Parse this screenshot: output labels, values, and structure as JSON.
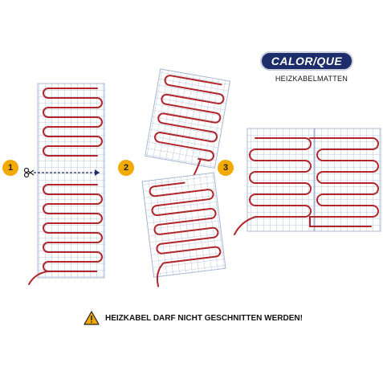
{
  "brand": {
    "logo_text": "CALOR/QUE",
    "subtitle": "HEIZKABELMATTEN",
    "colors": {
      "logo_bg": "#1d2d6b",
      "step_badge": "#f2a900",
      "cable": "#b0262a",
      "grid": "#a9b8d6"
    }
  },
  "steps": [
    {
      "label": "1"
    },
    {
      "label": "2"
    },
    {
      "label": "3"
    }
  ],
  "warning": {
    "icon": "warning-triangle-icon",
    "text": "HEIZKABEL DARF NICHT GESCHNITTEN WERDEN!"
  },
  "icons": {
    "cut": "scissors-icon"
  }
}
